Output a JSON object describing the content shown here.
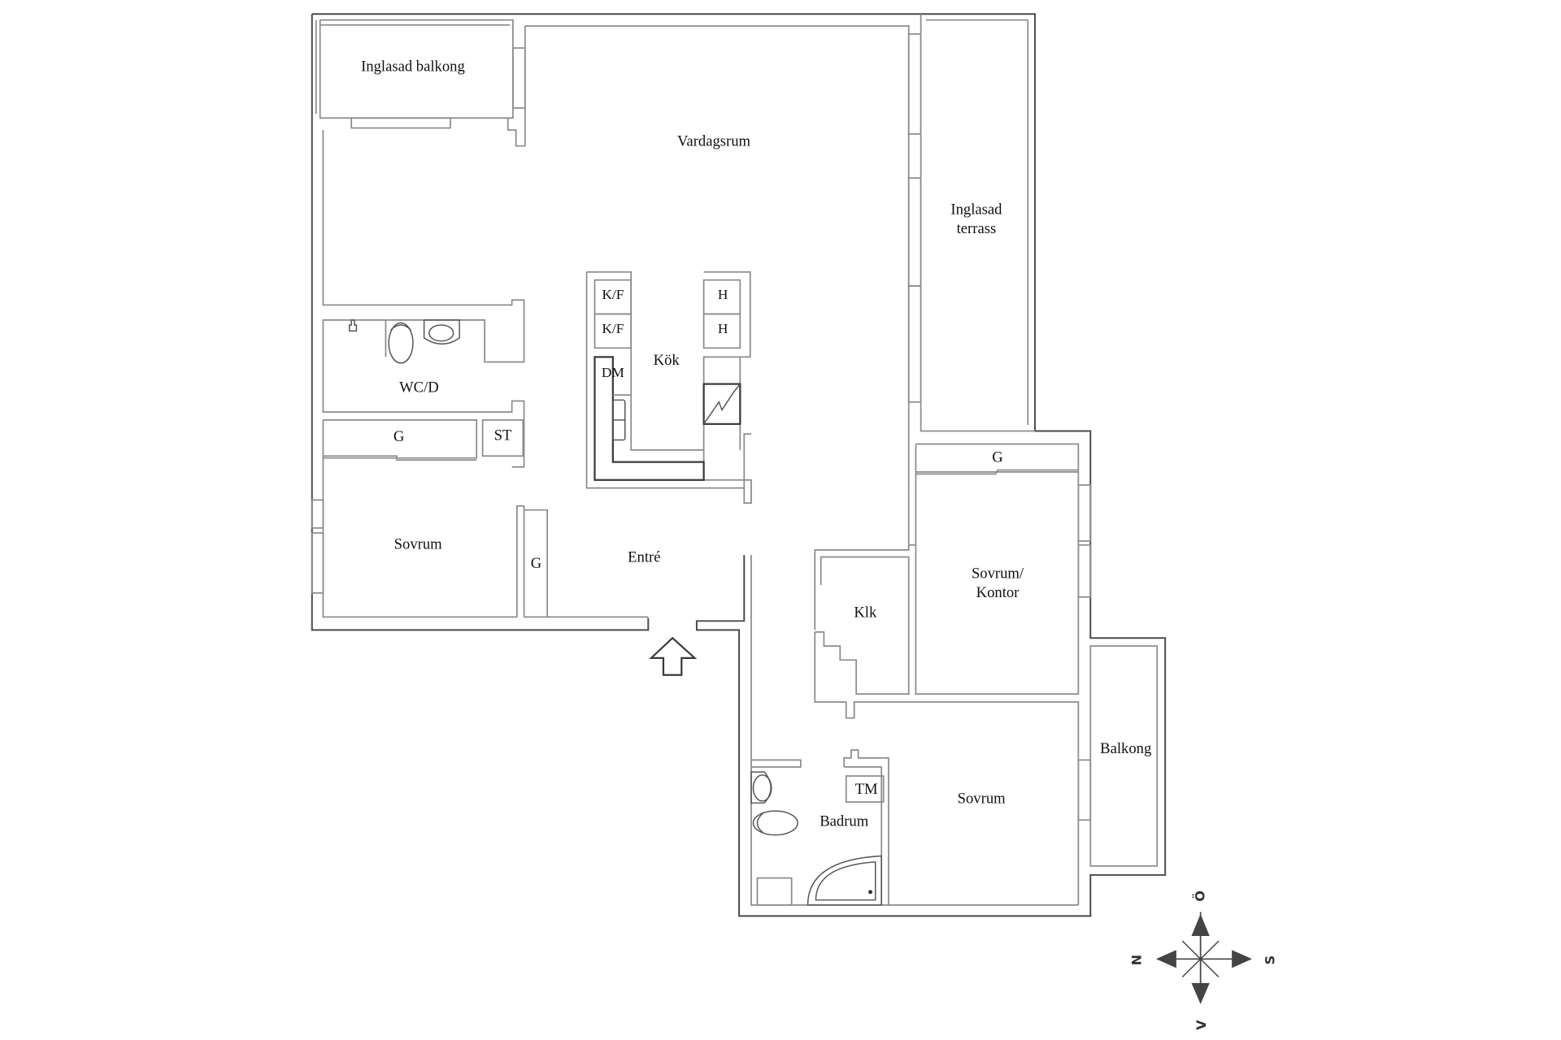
{
  "floorplan": {
    "rooms": {
      "glazed_balcony": "Inglasad balkong",
      "living_room": "Vardagsrum",
      "glazed_terrace_line1": "Inglasad",
      "glazed_terrace_line2": "terrass",
      "kitchen": "Kök",
      "wc": "WC/D",
      "closet_hall": "G",
      "storage": "ST",
      "bedroom_1": "Sovrum",
      "closet_entry": "G",
      "entry": "Entré",
      "closet_east": "G",
      "bedroom_office_line1": "Sovrum/",
      "bedroom_office_line2": "Kontor",
      "walk_in_closet": "Klk",
      "bathroom": "Badrum",
      "washing_machine": "TM",
      "bedroom_2": "Sovrum",
      "balcony": "Balkong"
    },
    "kitchen_fixtures": {
      "fridge_freezer_1": "K/F",
      "fridge_freezer_2": "K/F",
      "cabinet_1": "H",
      "cabinet_2": "H",
      "dishwasher": "DM"
    },
    "entrance_arrow": "entrance-arrow",
    "compass": {
      "up": "Ö",
      "down": "V",
      "left": "N",
      "right": "S"
    },
    "colors": {
      "outer_wall": "#4a4a4a",
      "inner_wall": "#8c8c8c",
      "background": "#ffffff"
    }
  }
}
